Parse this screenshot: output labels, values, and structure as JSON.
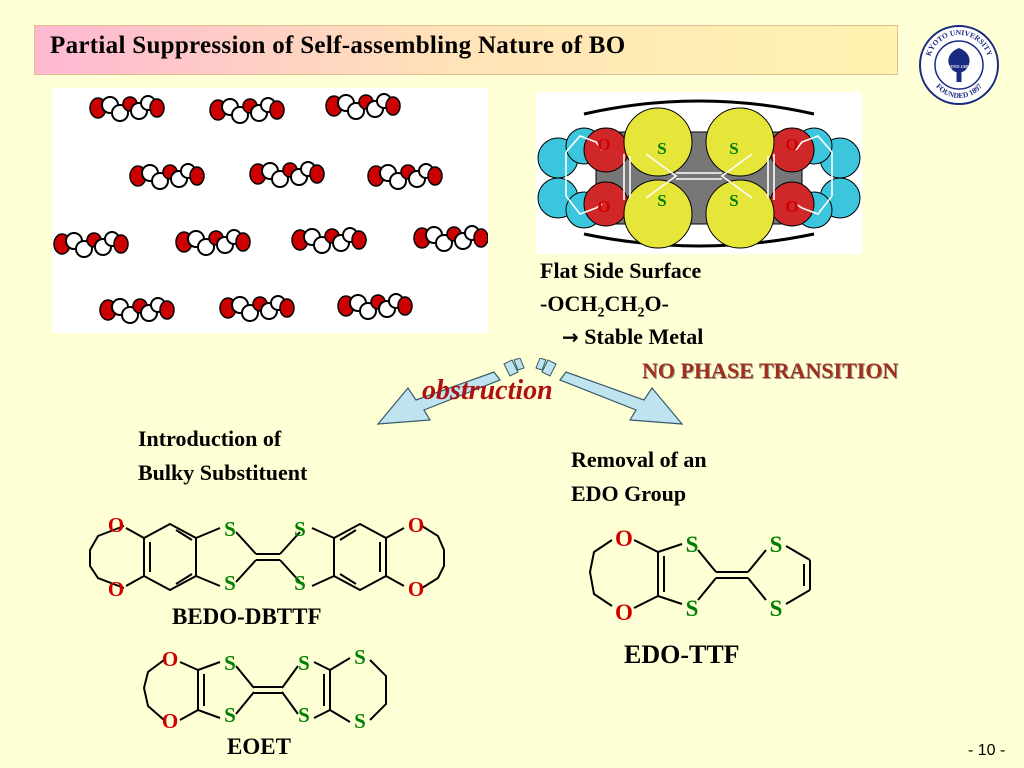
{
  "slide": {
    "title": "Partial Suppression of Self-assembling Nature of BO",
    "page_number": "- 10 -"
  },
  "seal": {
    "top_text": "KYOTO UNIVERSITY",
    "bottom_text": "FOUNDED 1897",
    "center_text": "KYOTO JAPAN"
  },
  "surface": {
    "line1": "Flat Side Surface",
    "line2_pre": "-OCH",
    "line2_sub1": "2",
    "line2_mid": "CH",
    "line2_sub2": "2",
    "line2_post": "O-",
    "line3_arrow": "→",
    "line3_text": "Stable Metal",
    "no_phase": "NO PHASE TRANSITION"
  },
  "obstruction": "obstruction",
  "left_branch": {
    "line1": "Introduction of",
    "line2": "Bulky Substituent"
  },
  "right_branch": {
    "line1": "Removal of an",
    "line2": "EDO Group"
  },
  "molecules": {
    "bedo": "BEDO-DBTTF",
    "eoet": "EOET",
    "edotff": "EDO-TTF"
  },
  "atoms": {
    "oxygen": "O",
    "sulfur": "S"
  },
  "colors": {
    "oxygen": "#d00000",
    "sulfur": "#008000",
    "background": "#ffffd6",
    "arrow": "#bfe3ef"
  }
}
